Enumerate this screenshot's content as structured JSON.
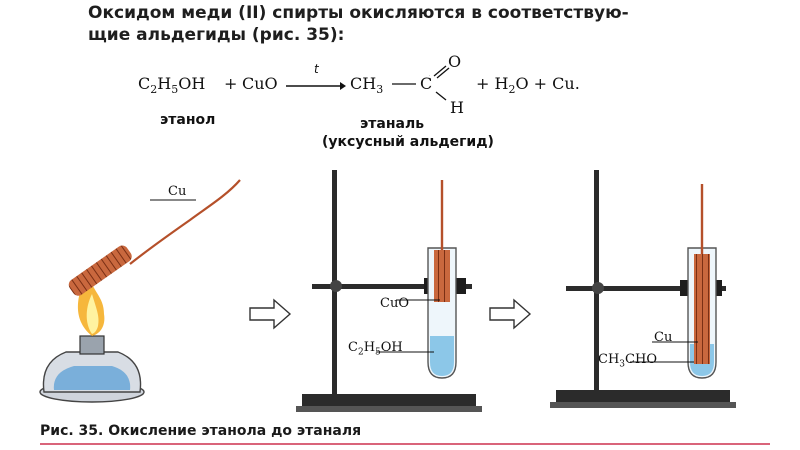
{
  "heading": {
    "line1": "Оксидом меди (II) спирты окисляются в соответствую-",
    "line2": "щие альдегиды (рис. 35):"
  },
  "equation": {
    "reactant_ethanol": "C2H5OH",
    "plus1": "+",
    "reactant_cuo": "CuO",
    "arrow_condition": "t",
    "product_aldehyde_left": "CH3",
    "aldehyde_c": "C",
    "aldehyde_o": "O",
    "aldehyde_h": "H",
    "rest": "+ H2O + Cu.",
    "label_ethanol": "этанол",
    "label_ethanal": "этаналь",
    "label_acetaldehyde": "(уксусный альдегид)"
  },
  "figure": {
    "label_cu_wire": "Cu",
    "label_cuo": "CuO",
    "label_ethanol": "C2H5OH",
    "label_cu_result": "Cu",
    "label_ch3cho": "CH3CHO"
  },
  "caption": "Рис. 35. Окисление этанола до этаналя",
  "colors": {
    "flame_outer": "#f6b73c",
    "flame_inner": "#fff3a0",
    "burner_liquid": "#6aa7d8",
    "copper": "#b5502a",
    "liquid_tube": "#8cc7e8",
    "stand": "#2b2b2b",
    "caption_rule": "#d9647a"
  }
}
